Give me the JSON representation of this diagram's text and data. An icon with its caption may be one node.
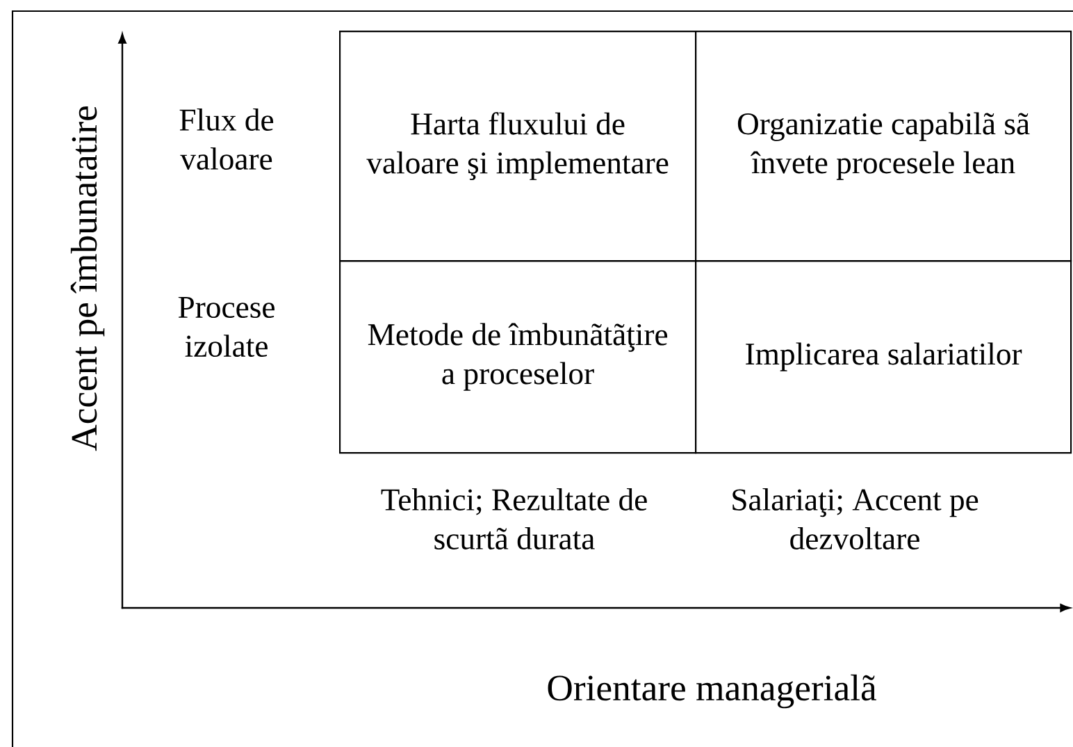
{
  "diagram": {
    "nodes": [
      {
        "text": [
          "Harta fluxului de valoare şi implementare"
        ]
      },
      {
        "text": [
          "Organizatie capabilã sã învete procesele lean"
        ]
      },
      {
        "text": [
          "Metode de îmbunãtãţire a proceselor"
        ]
      },
      {
        "text": [
          "Implicarea salariatilor"
        ]
      }
    ],
    "labels": [
      "Accent pe îmbunatatire",
      "Flux de valoare",
      "Procese izolate",
      "Tehnici; Rezultate de scurtã durata",
      "Salariaţi; Accent pe dezvoltare",
      "Orientare managerialã"
    ]
  }
}
